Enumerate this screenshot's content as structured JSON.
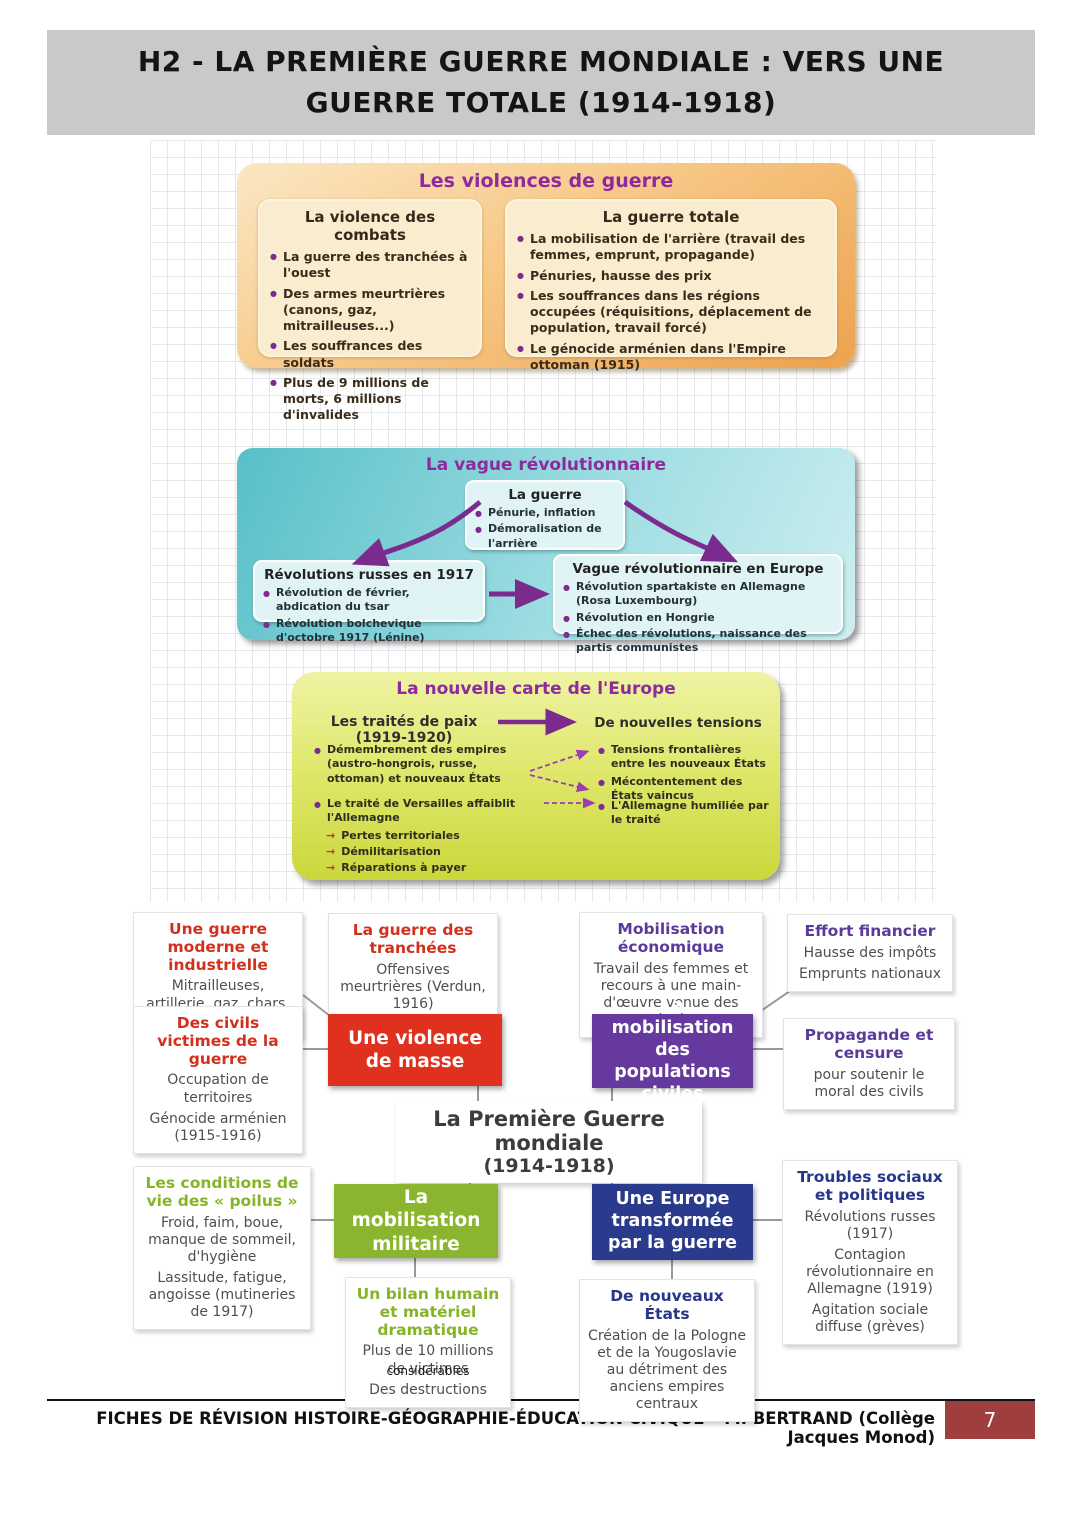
{
  "header": {
    "title": "H2 - LA PREMIÈRE GUERRE MONDIALE : VERS UNE GUERRE TOTALE (1914-1918)"
  },
  "violences": {
    "title": "Les violences de guerre",
    "combats": {
      "title": "La violence des combats",
      "bullets": [
        "La guerre des tranchées à l'ouest",
        "Des armes meurtrières (canons, gaz, mitrailleuses...)",
        "Les souffrances des soldats",
        "Plus de 9 millions de morts, 6 millions d'invalides"
      ]
    },
    "totale": {
      "title": "La guerre totale",
      "bullets": [
        "La mobilisation de l'arrière (travail des femmes, emprunt, propagande)",
        "Pénuries, hausse des prix",
        "Les souffrances dans les régions occupées (réquisitions, déplacement de population, travail forcé)",
        "Le génocide arménien dans l'Empire ottoman (1915)"
      ]
    }
  },
  "vague": {
    "title": "La vague révolutionnaire",
    "guerre": {
      "title": "La guerre",
      "bullets": [
        "Pénurie, inflation",
        "Démoralisation de l'arrière"
      ]
    },
    "russes": {
      "title": "Révolutions russes en 1917",
      "bullets": [
        "Révolution de février, abdication du tsar",
        "Révolution bolchevique d'octobre 1917 (Lénine)"
      ]
    },
    "europe": {
      "title": "Vague révolutionnaire en Europe",
      "bullets": [
        "Révolution spartakiste en Allemagne (Rosa Luxembourg)",
        "Révolution en Hongrie",
        "Échec des révolutions, naissance des partis communistes"
      ]
    }
  },
  "carte": {
    "title": "La nouvelle carte de l'Europe",
    "traites_title": "Les traités de paix (1919-1920)",
    "tensions_title": "De nouvelles tensions",
    "demembrement": "Démembrement des empires (austro-hongrois, russe, ottoman) et nouveaux États",
    "tensions_bullets": [
      "Tensions frontalières entre les nouveaux États",
      "Mécontentement des États vaincus"
    ],
    "versailles": "Le traité de Versailles affaiblit l'Allemagne",
    "versailles_subs": [
      "Pertes territoriales",
      "Démilitarisation",
      "Réparations à payer"
    ],
    "humiliee": "L'Allemagne humiliée par le traité"
  },
  "mindmap": {
    "center": {
      "line1": "La Première Guerre mondiale",
      "line2": "(1914-1918)"
    },
    "nodes": {
      "violence": "Une violence de masse",
      "civiles": "La mobilisation des populations civiles",
      "militaire": "La mobilisation militaire",
      "europe": "Une Europe transformée par la guerre"
    },
    "boxes": {
      "moderne": {
        "title": "Une guerre moderne et industrielle",
        "body": [
          "Mitrailleuses, artillerie, gaz, chars, avions"
        ]
      },
      "tranchees": {
        "title": "La guerre des tranchées",
        "body": [
          "Offensives meurtrières (Verdun, 1916)"
        ]
      },
      "eco": {
        "title": "Mobilisation économique",
        "body": [
          "Travail des femmes et recours à une main-d'œuvre venue des colonies"
        ]
      },
      "effort": {
        "title": "Effort financier",
        "body": [
          "Hausse des impôts",
          "Emprunts nationaux"
        ]
      },
      "civils": {
        "title": "Des civils victimes de la guerre",
        "body": [
          "Occupation de territoires",
          "Génocide arménien (1915-1916)"
        ]
      },
      "propagande": {
        "title": "Propagande et censure",
        "body": [
          "pour soutenir le moral des civils"
        ]
      },
      "poilus": {
        "title": "Les conditions de vie des « poilus »",
        "body": [
          "Froid, faim, boue, manque de sommeil, d'hygiène",
          "Lassitude, fatigue, angoisse (mutineries de 1917)"
        ]
      },
      "troubles": {
        "title": "Troubles sociaux et politiques",
        "body": [
          "Révolutions russes (1917)",
          "Contagion révolutionnaire en Allemagne (1919)",
          "Agitation sociale diffuse (grèves)"
        ]
      },
      "bilan": {
        "title": "Un bilan humain et matériel dramatique",
        "body": [
          "Plus de 10 millions de victimes",
          "Des destructions"
        ],
        "extra": "considérables"
      },
      "etats": {
        "title": "De nouveaux États",
        "body": [
          "Création de la Pologne et de la Yougoslavie au détriment des anciens empires centraux"
        ]
      }
    }
  },
  "footer": {
    "text": "FICHES DE RÉVISION HISTOIRE-GÉOGRAPHIE-ÉDUCATION CIVIQUE – M. BERTRAND (Collège Jacques Monod)",
    "page_number": "7"
  },
  "colors": {
    "header_bg": "#c9c9c9",
    "panel_title_purple": "#8e2a9c",
    "node_red": "#e0301e",
    "node_purple": "#66399e",
    "node_green": "#8bb52e",
    "node_blue": "#2a3a8c",
    "title_red": "#d2301c",
    "title_purple": "#5b3a9a",
    "title_green": "#85b427",
    "title_blue": "#27358b",
    "page_number_bg": "#9e3e3e"
  }
}
